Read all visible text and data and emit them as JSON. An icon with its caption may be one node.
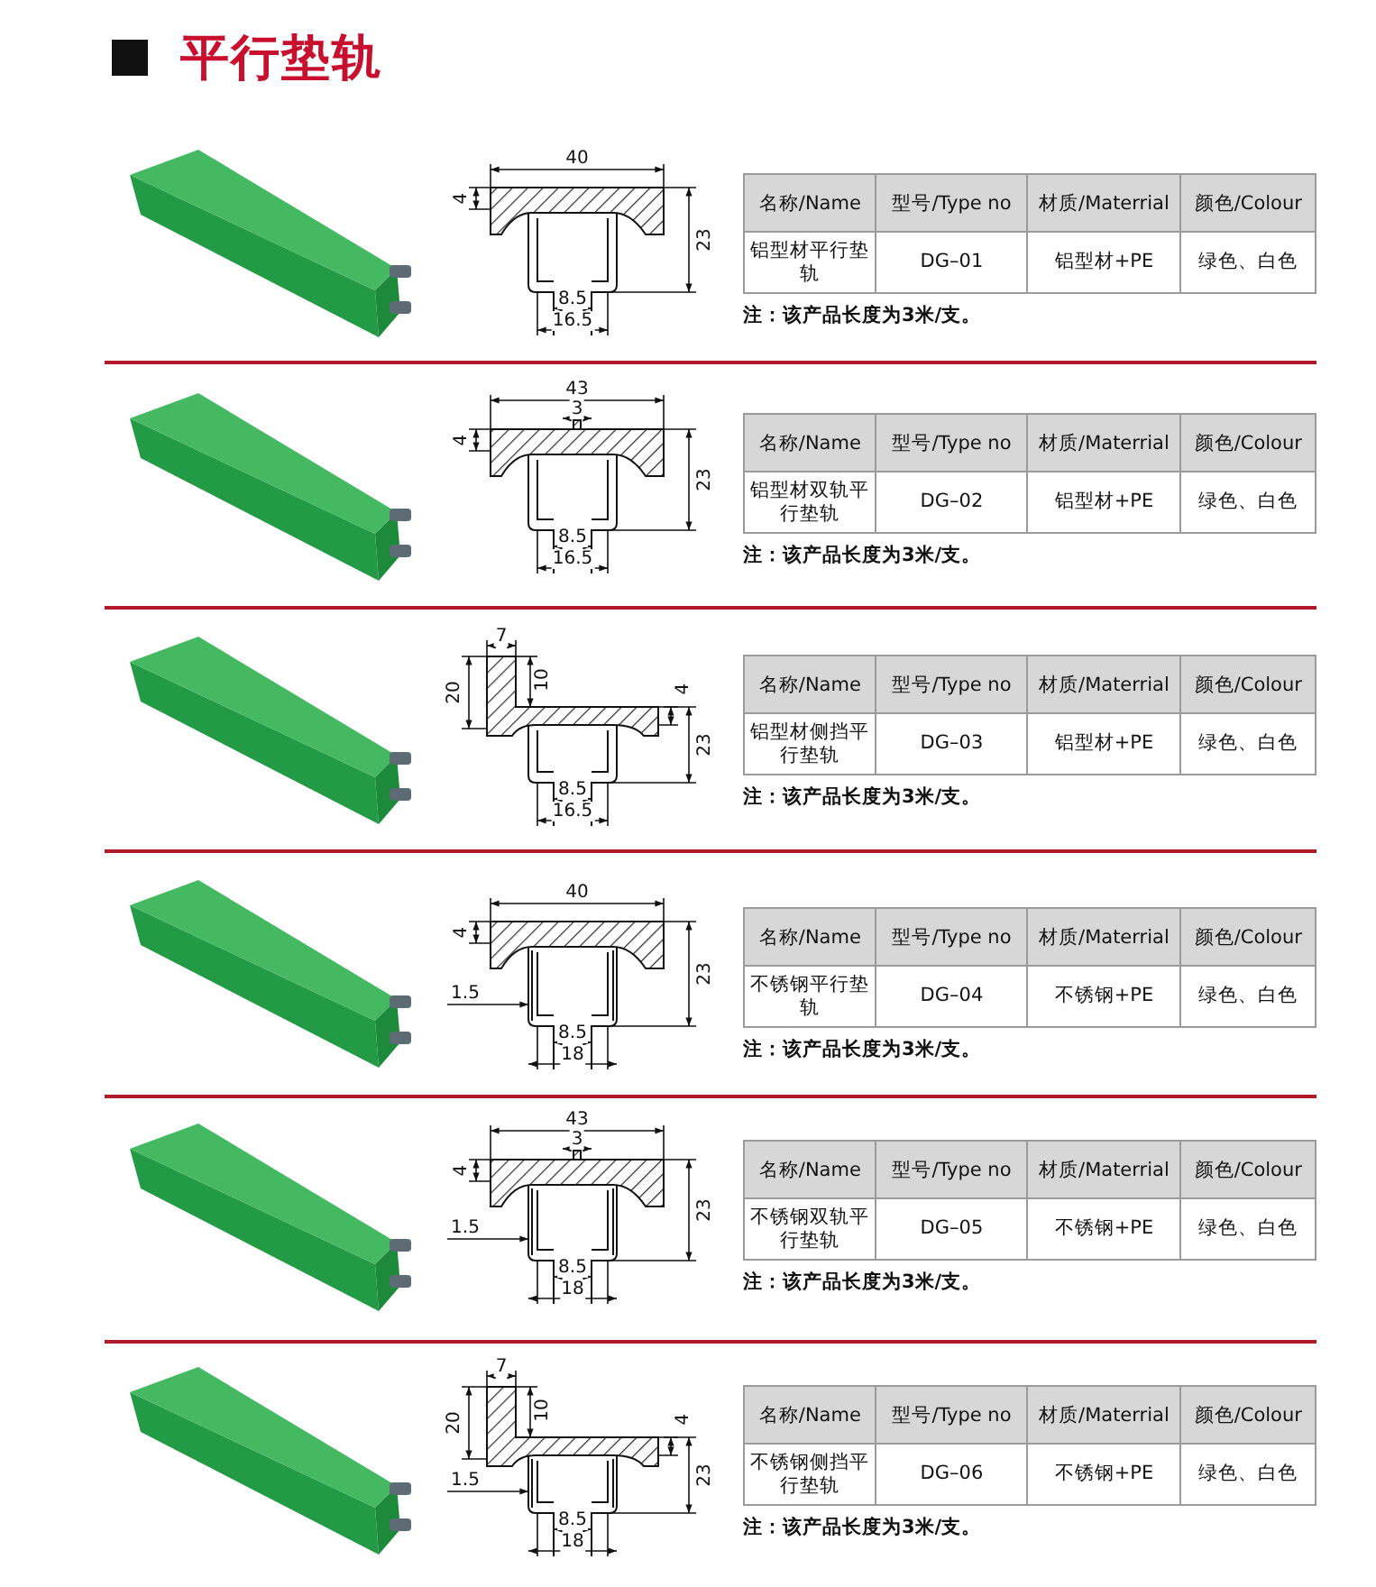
{
  "diagram": {
    "title": "平行垫轨",
    "labels": [
      "40",
      "4",
      "23",
      "8.5",
      "16.5",
      "名称/Name",
      "型号/Type no",
      "材质/Materrial",
      "颜色/Colour",
      "铝型材平行垫轨",
      "DG–01",
      "铝型材+PE",
      "绿色、白色",
      "注：该产品长度为3米/支。",
      "43",
      "3",
      "4",
      "23",
      "8.5",
      "16.5",
      "名称/Name",
      "型号/Type no",
      "材质/Materrial",
      "颜色/Colour",
      "铝型材双轨平行垫轨",
      "DG–02",
      "铝型材+PE",
      "绿色、白色",
      "注：该产品长度为3米/支。",
      "7",
      "20",
      "10",
      "4",
      "23",
      "8.5",
      "16.5",
      "名称/Name",
      "型号/Type no",
      "材质/Materrial",
      "颜色/Colour",
      "铝型材侧挡平行垫轨",
      "DG–03",
      "铝型材+PE",
      "绿色、白色",
      "注：该产品长度为3米/支。",
      "40",
      "4",
      "23",
      "1.5",
      "8.5",
      "18",
      "名称/Name",
      "型号/Type no",
      "材质/Materrial",
      "颜色/Colour",
      "不锈钢平行垫轨",
      "DG–04",
      "不锈钢+PE",
      "绿色、白色",
      "注：该产品长度为3米/支。",
      "43",
      "3",
      "4",
      "23",
      "1.5",
      "8.5",
      "18",
      "名称/Name",
      "型号/Type no",
      "材质/Materrial",
      "颜色/Colour",
      "不锈钢双轨平行垫轨",
      "DG–05",
      "不锈钢+PE",
      "绿色、白色",
      "注：该产品长度为3米/支。",
      "7",
      "20",
      "10",
      "4",
      "23",
      "1.5",
      "8.5",
      "18",
      "名称/Name",
      "型号/Type no",
      "材质/Materrial",
      "颜色/Colour",
      "不锈钢侧挡平行垫轨",
      "DG–06",
      "不锈钢+PE",
      "绿色、白色",
      "注：该产品长度为3米/支。"
    ]
  }
}
